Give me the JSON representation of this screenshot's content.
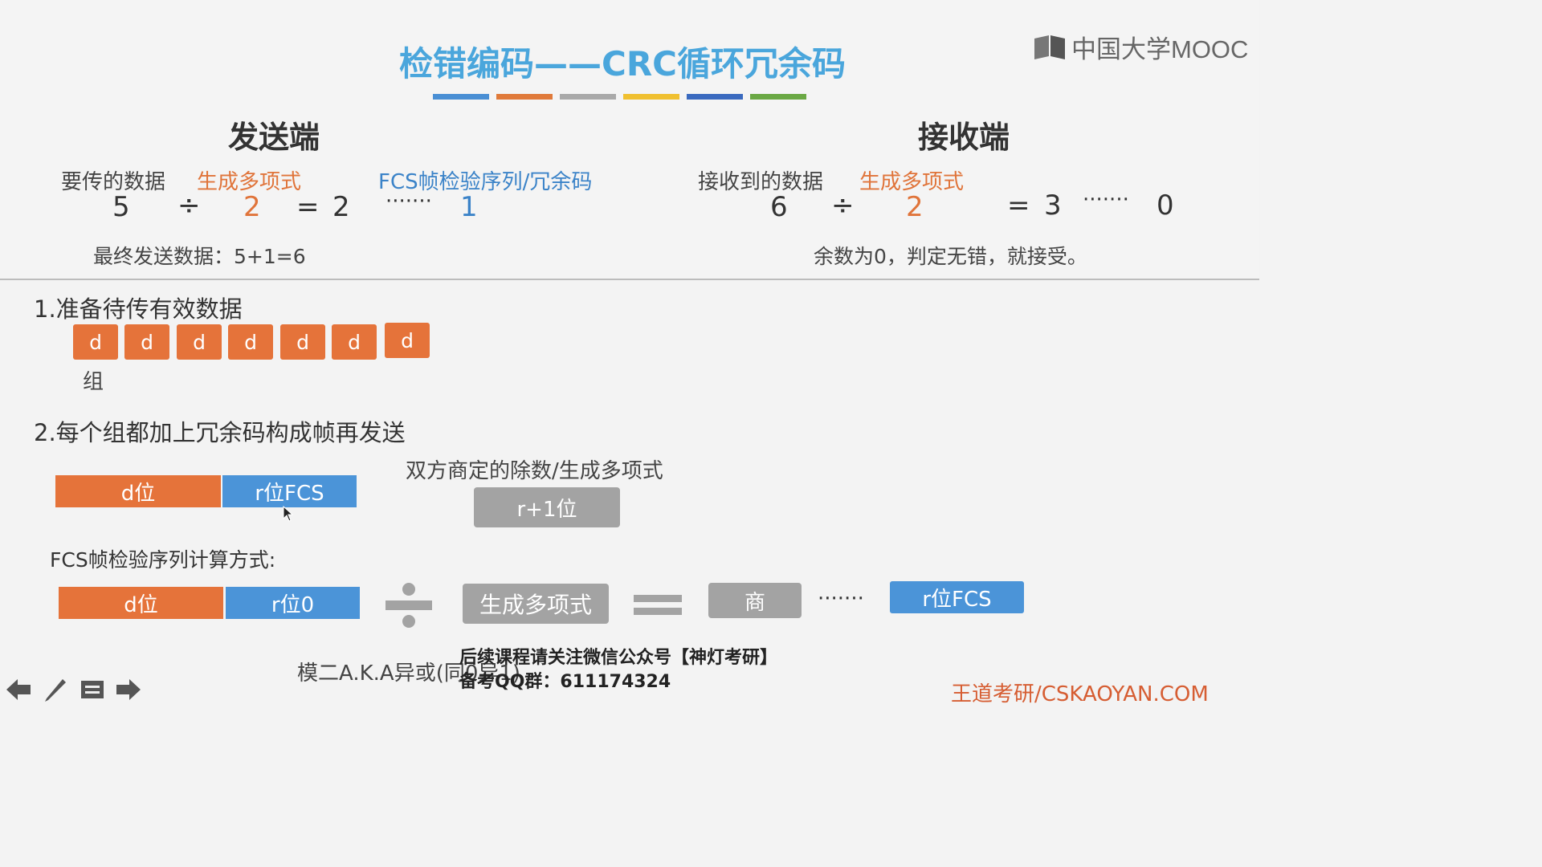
{
  "title": "检错编码——CRC循环冗余码",
  "title_bar_colors": [
    "#4a8fd4",
    "#e07a3a",
    "#a9a9a9",
    "#f0c030",
    "#3a6abf",
    "#6aa844"
  ],
  "logo": {
    "text": "中国大学MOOC"
  },
  "sender": {
    "heading": "发送端",
    "label_data": "要传的数据",
    "label_poly": "生成多项式",
    "label_fcs": "FCS帧检验序列/冗余码",
    "dividend": "5",
    "div_sign": "÷",
    "divisor": "2",
    "eq": "=",
    "quotient": "2",
    "dots": "·······",
    "remainder": "1",
    "final": "最终发送数据：5+1=6"
  },
  "receiver": {
    "heading": "接收端",
    "label_data": "接收到的数据",
    "label_poly": "生成多项式",
    "dividend": "6",
    "div_sign": "÷",
    "divisor": "2",
    "eq": "=",
    "quotient": "3",
    "dots": "·······",
    "remainder": "0",
    "conclusion": "余数为0，判定无错，就接受。"
  },
  "step1": {
    "title": "1.准备待传有效数据",
    "blocks": [
      "d",
      "d",
      "d",
      "d",
      "d",
      "d",
      "d"
    ],
    "group_label": "组"
  },
  "step2": {
    "title": "2.每个组都加上冗余码构成帧再发送",
    "frame_d": "d位",
    "frame_fcs": "r位FCS",
    "divisor_note": "双方商定的除数/生成多项式",
    "divisor_box": "r+1位"
  },
  "fcs_calc": {
    "title": "FCS帧检验序列计算方式:",
    "d": "d位",
    "r0": "r位0",
    "poly": "生成多项式",
    "quotient": "商",
    "dots": "·······",
    "fcs": "r位FCS"
  },
  "mod2_note": "模二A.K.A异或(同0异1)",
  "watermark": {
    "line1": "后续课程请关注微信公众号【神灯考研】",
    "line2": "备考QQ群：611174324"
  },
  "brand": "王道考研/CSKAOYAN.COM",
  "nav": [
    "arrow-left-icon",
    "pen-icon",
    "notes-icon",
    "arrow-right-icon"
  ]
}
